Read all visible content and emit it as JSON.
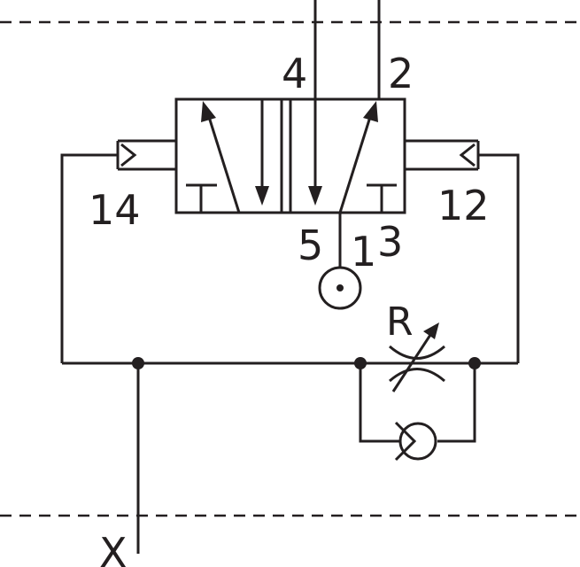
{
  "diagram": {
    "port_labels": {
      "port_4": "4",
      "port_2": "2",
      "port_14": "14",
      "port_12": "12",
      "port_5": "5",
      "port_1": "1",
      "port_3": "3"
    },
    "restrictor_label": "R",
    "pilot_label": "X",
    "colors": {
      "line": "#231f20",
      "background": "#ffffff"
    }
  }
}
